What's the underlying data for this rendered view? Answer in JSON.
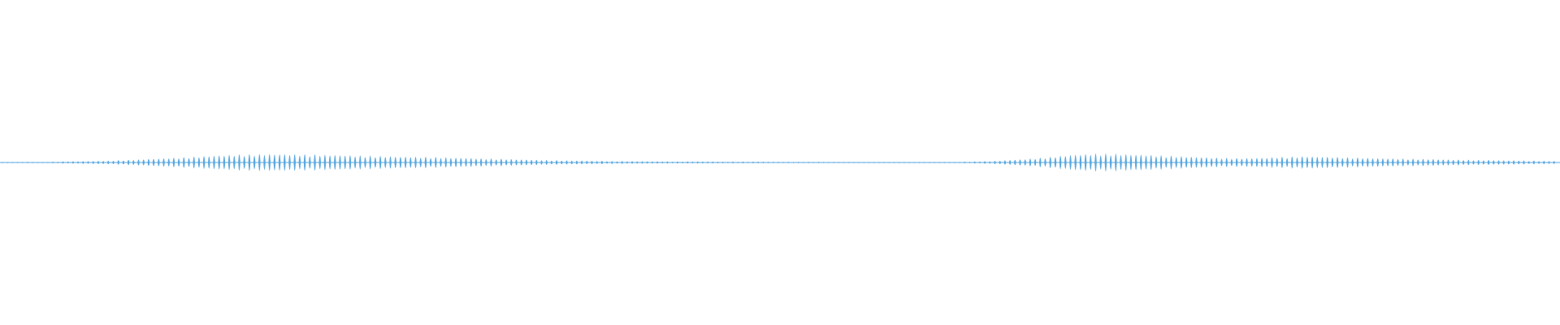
{
  "waveform": {
    "color": "#5aa8e0",
    "background": "#ffffff",
    "envelope": [
      0.03,
      0.05,
      0.04,
      0.08,
      0.1,
      0.12,
      0.18,
      0.25,
      0.32,
      0.4,
      0.48,
      0.55,
      0.58,
      0.6,
      0.58,
      0.55,
      0.52,
      0.48,
      0.45,
      0.42,
      0.4,
      0.36,
      0.32,
      0.28,
      0.24,
      0.2,
      0.16,
      0.14,
      0.12,
      0.1,
      0.09,
      0.08,
      0.07,
      0.07,
      0.06,
      0.06,
      0.06,
      0.05,
      0.05,
      0.05,
      0.04,
      0.04,
      0.04,
      0.04,
      0.03,
      0.04,
      0.06,
      0.1,
      0.18,
      0.28,
      0.42,
      0.56,
      0.62,
      0.6,
      0.56,
      0.5,
      0.44,
      0.38,
      0.32,
      0.3,
      0.34,
      0.4,
      0.44,
      0.4,
      0.36,
      0.32,
      0.28,
      0.26,
      0.24,
      0.2,
      0.18,
      0.16,
      0.14,
      0.12,
      0.1
    ]
  }
}
